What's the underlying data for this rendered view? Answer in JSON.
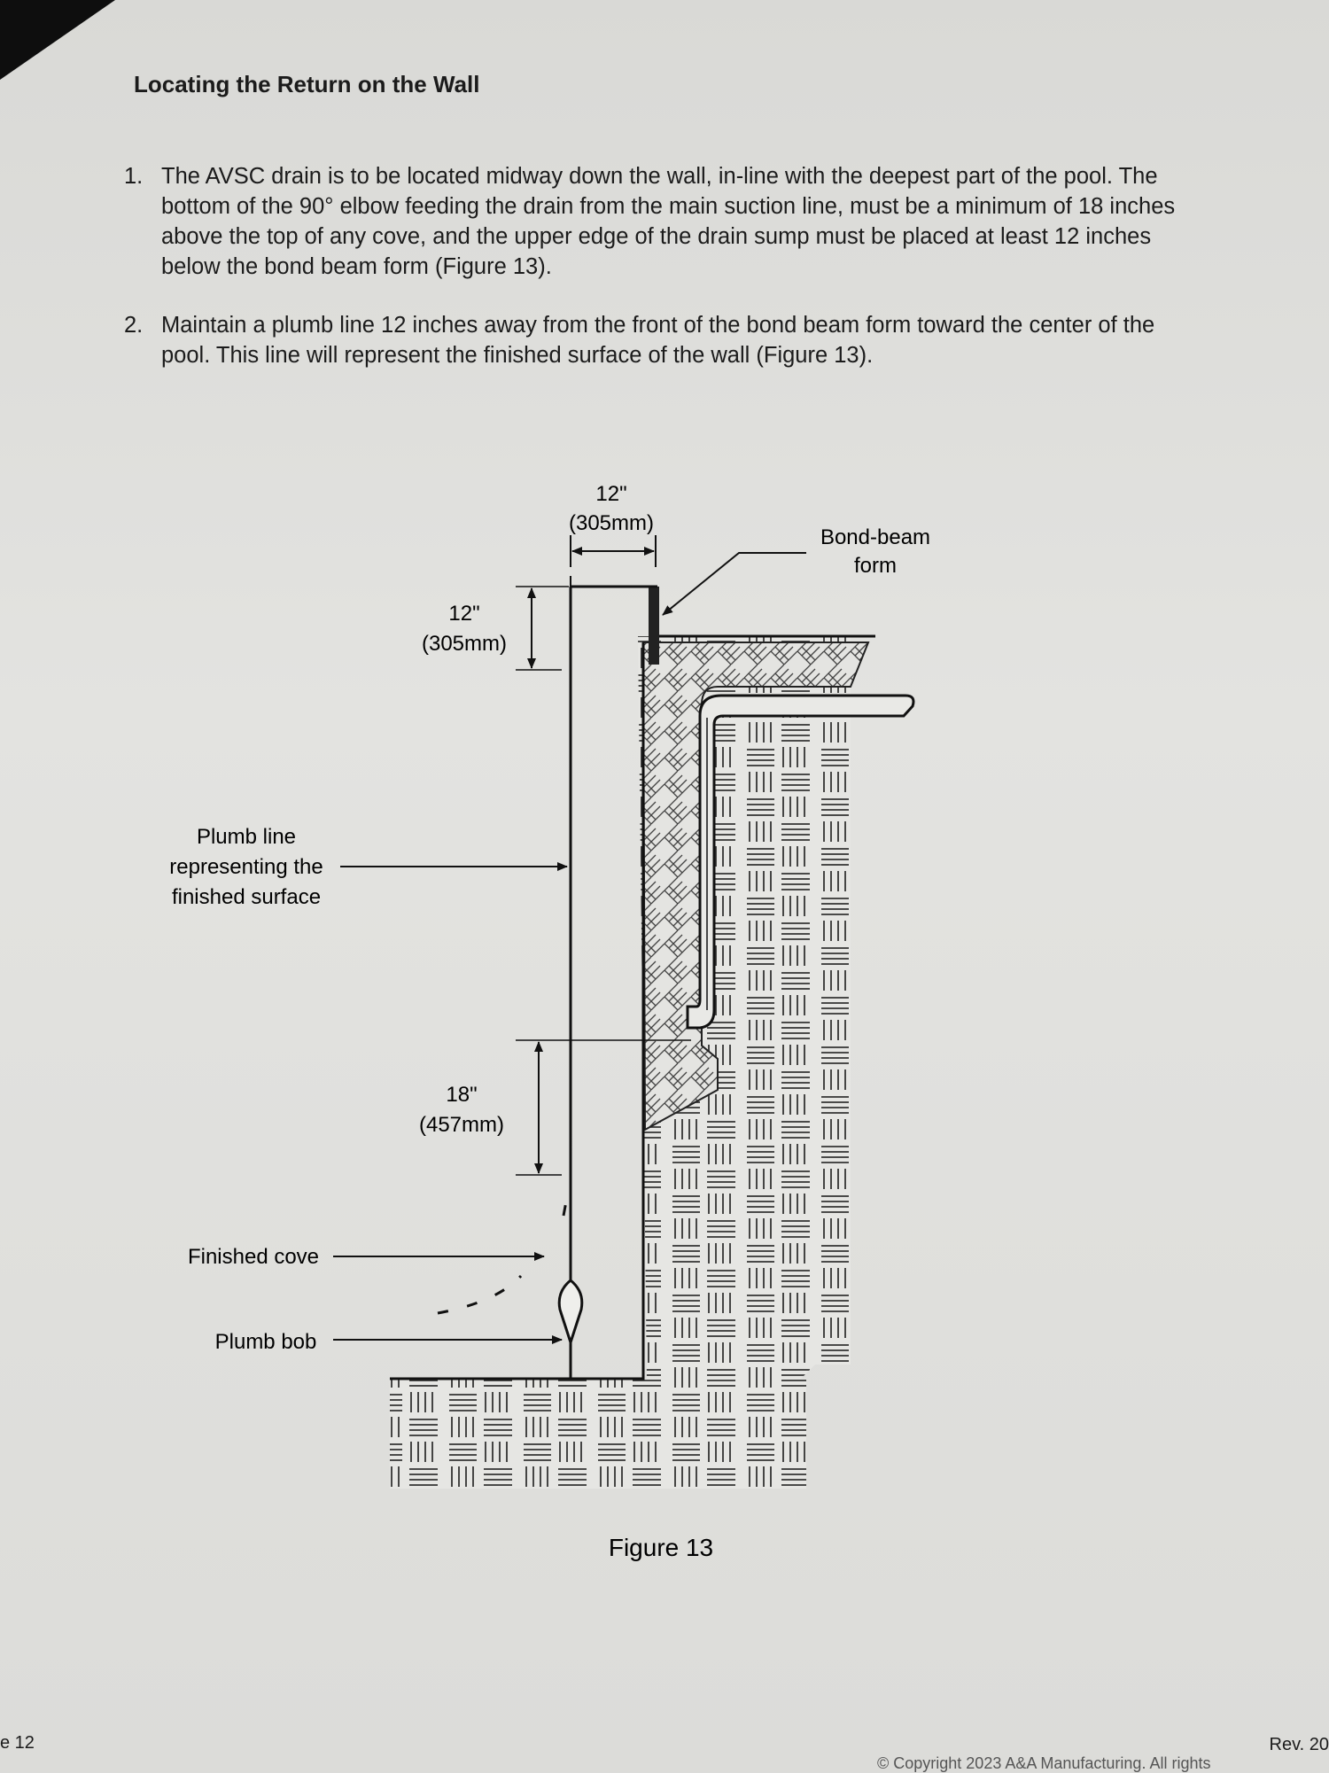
{
  "heading": "Locating the Return on the Wall",
  "steps": [
    {
      "number": "1.",
      "text": "The AVSC drain is to be located midway down the wall, in-line with the deepest part of the pool. The bottom of the 90° elbow feeding the drain from the main suction line, must be a minimum of 18 inches above the top of any cove, and the upper edge of the drain sump must be placed at least 12 inches below the bond beam form (Figure 13)."
    },
    {
      "number": "2.",
      "text": "Maintain a plumb line 12 inches away from the front of the bond beam form toward the center of the pool. This line will represent the finished surface of the wall (Figure 13)."
    }
  ],
  "figure": {
    "top_dim": {
      "inches": "12\"",
      "mm": "(305mm)"
    },
    "left_dim_top": {
      "inches": "12\"",
      "mm": "(305mm)"
    },
    "left_dim_bottom": {
      "inches": "18\"",
      "mm": "(457mm)"
    },
    "bond_beam_label": {
      "line1": "Bond-beam",
      "line2": "form"
    },
    "plumb_line_label": {
      "line1": "Plumb line",
      "line2": "representing the",
      "line3": "finished surface"
    },
    "finished_cove_label": "Finished cove",
    "plumb_bob_label": "Plumb bob",
    "caption": "Figure 13"
  },
  "footer": {
    "page": "e 12",
    "rev": "Rev. 20",
    "copyright": "© Copyright 2023 A&A Manufacturing. All rights"
  }
}
